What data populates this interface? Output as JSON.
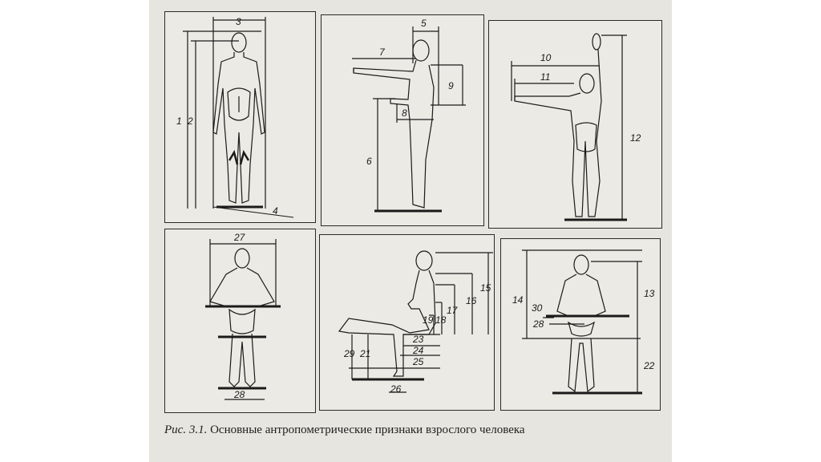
{
  "caption": {
    "figure": "Рис. 3.1.",
    "text": "Основные антропометрические признаки взрослого человека"
  },
  "panels": [
    {
      "labels": [
        "3",
        "1",
        "2",
        "4"
      ]
    },
    {
      "labels": [
        "5",
        "7",
        "9",
        "8",
        "6"
      ]
    },
    {
      "labels": [
        "10",
        "11",
        "12"
      ]
    },
    {
      "labels": [
        "27",
        "28"
      ]
    },
    {
      "labels": [
        "15",
        "16",
        "17",
        "18",
        "19",
        "23",
        "24",
        "25",
        "29",
        "21",
        "26"
      ]
    },
    {
      "labels": [
        "14",
        "13",
        "30",
        "28",
        "22"
      ]
    }
  ],
  "colors": {
    "ink": "#1a1a1a",
    "paper": "#ebeae4"
  }
}
